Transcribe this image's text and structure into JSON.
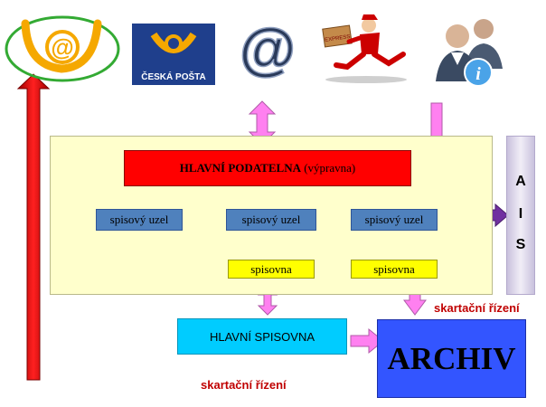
{
  "top_icons": [
    {
      "name": "at-email-icon"
    },
    {
      "name": "ceska-posta-logo-icon",
      "label": "ČESKÁ POŠTA"
    },
    {
      "name": "at-sign-icon",
      "label": "@"
    },
    {
      "name": "courier-icon",
      "label": "EXPRESS"
    },
    {
      "name": "users-info-icon",
      "label": "i"
    }
  ],
  "nodes": {
    "podatelna_main": "HLAVNÍ PODATELNA",
    "podatelna_sub": "(výpravna)",
    "uzel_left": "spisový uzel",
    "uzel_center": "spisový uzel",
    "uzel_right": "spisový uzel",
    "spisovna_center": "spisovna",
    "spisovna_right": "spisovna",
    "hlavni_spisovna": "HLAVNÍ SPISOVNA",
    "archiv": "ARCHIV"
  },
  "ais": [
    "A",
    "I",
    "S"
  ],
  "labels": {
    "skartace_right": "skartační řízení",
    "skartace_bottom": "skartační řízení"
  },
  "colors": {
    "panel": "#ffffcc",
    "podatelna": "#ff0000",
    "uzel": "#4f81bd",
    "spisovna": "#ffff00",
    "hlavni_spisovna": "#00ccff",
    "archiv": "#3355ff",
    "arrow_pink": "#ff80f0",
    "arrow_red": "#dd0000",
    "arrow_purple": "#7030a0",
    "highlight_ring": "#33aa33",
    "skartace_text": "#c00000"
  }
}
